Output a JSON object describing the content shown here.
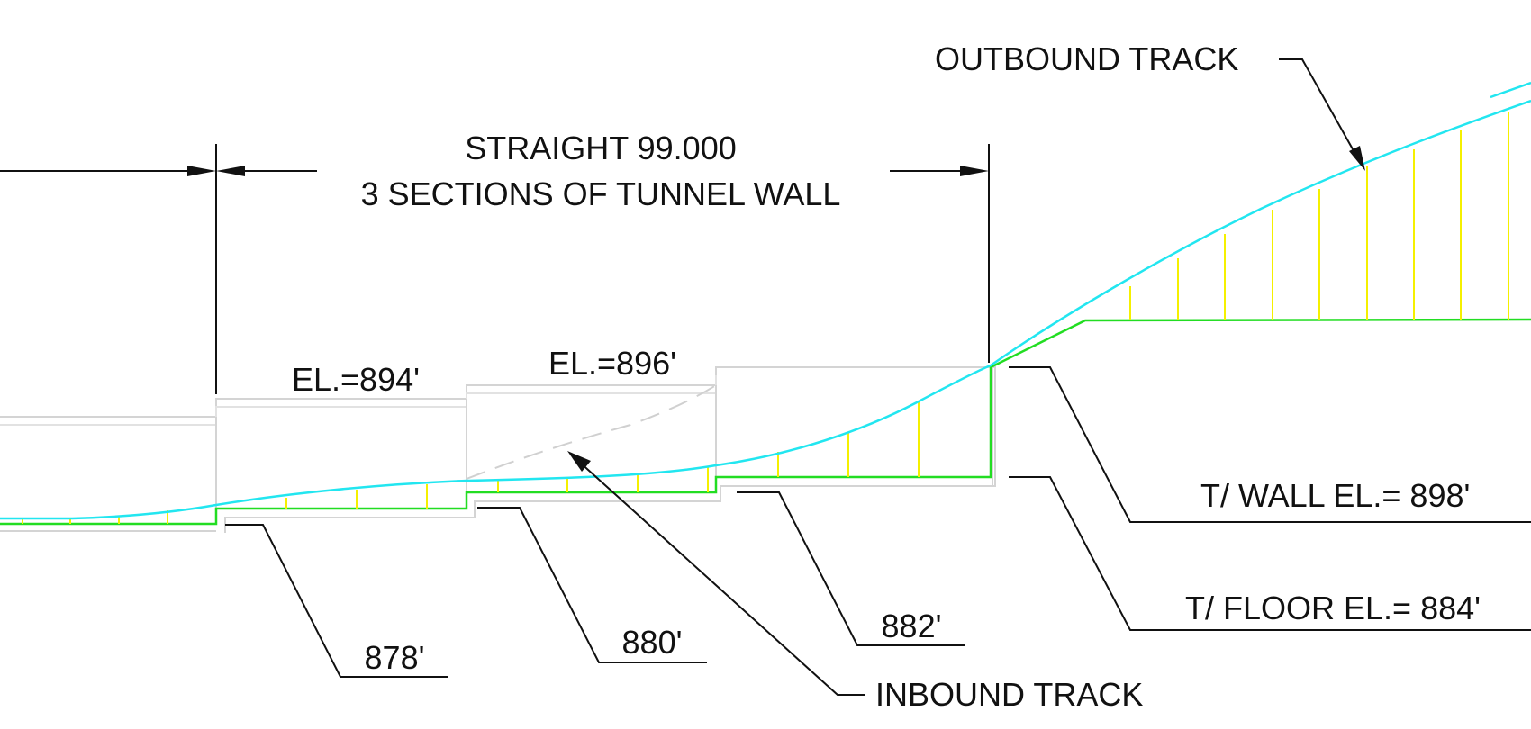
{
  "drawing": {
    "dimension": {
      "line1": "STRAIGHT 99.000",
      "line2": "3 SECTIONS OF TUNNEL WALL"
    },
    "wall_elevations": [
      "EL.=894'",
      "EL.=896'"
    ],
    "floor_elevations": [
      "878'",
      "880'",
      "882'"
    ],
    "labels": {
      "outbound_track": "OUTBOUND TRACK",
      "inbound_track": "INBOUND TRACK",
      "top_of_wall": "T/ WALL EL.= 898'",
      "top_of_floor": "T/ FLOOR EL.= 884'"
    },
    "colors": {
      "track_profile": "#22e6f0",
      "floor_line": "#22dd22",
      "hatch": "#f5f000",
      "wall_outline": "#d4d4d4",
      "annotation": "#111111"
    }
  }
}
